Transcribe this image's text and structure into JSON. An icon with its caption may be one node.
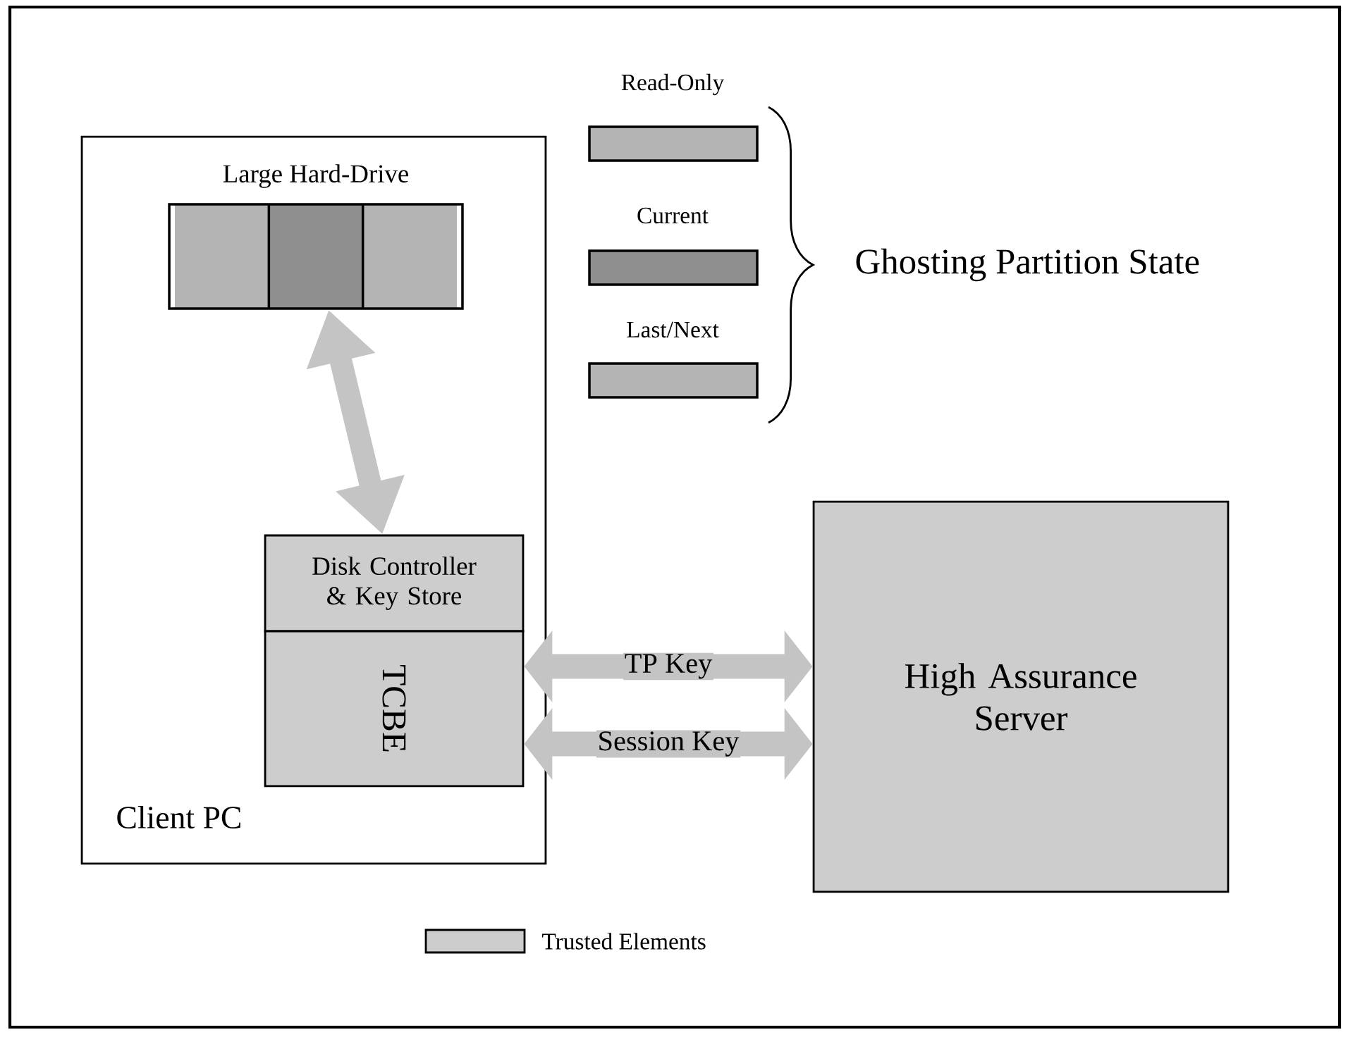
{
  "diagram": {
    "nodes": [
      {
        "text": [
          "Client PC"
        ]
      },
      {
        "text": [
          "Large Hard-Drive"
        ],
        "in": 0
      },
      {
        "text": [
          "Disk Controller & Key Store"
        ],
        "in": 0
      },
      {
        "text": [
          "TCBE"
        ],
        "in": 0
      },
      {
        "text": [
          "High Assurance Server"
        ]
      }
    ],
    "edges": [
      {
        "from": 1,
        "to": 2,
        "arrow": "both"
      },
      {
        "from": 3,
        "to": 4,
        "arrow": "both",
        "label": "TP Key"
      },
      {
        "from": 3,
        "to": 4,
        "arrow": "both",
        "label": "Session Key"
      }
    ],
    "labels": [
      "Ghosting Partition State"
    ],
    "legend": [
      {
        "text": "Read-Only",
        "color": "#b4b4b4"
      },
      {
        "text": "Current",
        "color": "#8f8f8f"
      },
      {
        "text": "Last/Next",
        "color": "#b4b4b4"
      },
      {
        "text": "Trusted Elements",
        "color": "#cdcdcd"
      }
    ]
  }
}
